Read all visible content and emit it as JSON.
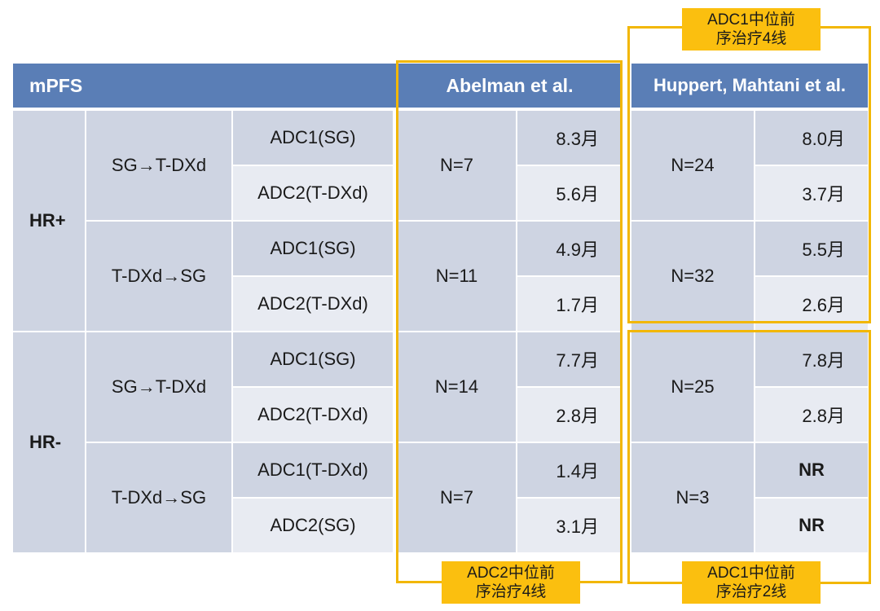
{
  "table": {
    "header": {
      "metric": "mPFS",
      "study1": "Abelman et al.",
      "study2": "Huppert, Mahtani et al."
    },
    "groups": [
      {
        "label": "HR+",
        "sequences": [
          {
            "label": "SG→T-DXd",
            "study1_n": "N=7",
            "study2_n": "N=24",
            "rows": [
              {
                "adc": "ADC1(SG)",
                "study1_value": "8.3月",
                "study2_value": "8.0月"
              },
              {
                "adc": "ADC2(T-DXd)",
                "study1_value": "5.6月",
                "study2_value": "3.7月"
              }
            ]
          },
          {
            "label": "T-DXd→SG",
            "study1_n": "N=11",
            "study2_n": "N=32",
            "rows": [
              {
                "adc": "ADC1(SG)",
                "study1_value": "4.9月",
                "study2_value": "5.5月"
              },
              {
                "adc": "ADC2(T-DXd)",
                "study1_value": "1.7月",
                "study2_value": "2.6月"
              }
            ]
          }
        ]
      },
      {
        "label": "HR-",
        "sequences": [
          {
            "label": "SG→T-DXd",
            "study1_n": "N=14",
            "study2_n": "N=25",
            "rows": [
              {
                "adc": "ADC1(SG)",
                "study1_value": "7.7月",
                "study2_value": "7.8月"
              },
              {
                "adc": "ADC2(T-DXd)",
                "study1_value": "2.8月",
                "study2_value": "2.8月"
              }
            ]
          },
          {
            "label": "T-DXd→SG",
            "study1_n": "N=7",
            "study2_n": "N=3",
            "rows": [
              {
                "adc": "ADC1(T-DXd)",
                "study1_value": "1.4月",
                "study2_value": "NR"
              },
              {
                "adc": "ADC2(SG)",
                "study1_value": "3.1月",
                "study2_value": "NR"
              }
            ]
          }
        ]
      }
    ]
  },
  "annotations": {
    "top_right": "ADC1中位前\n序治疗4线",
    "bottom_middle": "ADC2中位前\n序治疗4线",
    "bottom_right": "ADC1中位前\n序治疗2线"
  },
  "colors": {
    "header": "#5a7eb6",
    "cell_dark": "#ced4e2",
    "cell_light": "#e8ebf2",
    "highlight": "#f2b705"
  },
  "chart_data": {
    "type": "table",
    "columns": [
      "mPFS",
      "Abelman et al.",
      "Huppert, Mahtani et al."
    ],
    "rows": [
      [
        "HR+",
        "SG→T-DXd",
        "ADC1(SG)",
        "N=7",
        "8.3月",
        "N=24",
        "8.0月"
      ],
      [
        "HR+",
        "SG→T-DXd",
        "ADC2(T-DXd)",
        "N=7",
        "5.6月",
        "N=24",
        "3.7月"
      ],
      [
        "HR+",
        "T-DXd→SG",
        "ADC1(SG)",
        "N=11",
        "4.9月",
        "N=32",
        "5.5月"
      ],
      [
        "HR+",
        "T-DXd→SG",
        "ADC2(T-DXd)",
        "N=11",
        "1.7月",
        "N=32",
        "2.6月"
      ],
      [
        "HR-",
        "SG→T-DXd",
        "ADC1(SG)",
        "N=14",
        "7.7月",
        "N=25",
        "7.8月"
      ],
      [
        "HR-",
        "SG→T-DXd",
        "ADC2(T-DXd)",
        "N=14",
        "2.8月",
        "N=25",
        "2.8月"
      ],
      [
        "HR-",
        "T-DXd→SG",
        "ADC1(T-DXd)",
        "N=7",
        "1.4月",
        "N=3",
        "NR"
      ],
      [
        "HR-",
        "T-DXd→SG",
        "ADC2(SG)",
        "N=7",
        "3.1月",
        "N=3",
        "NR"
      ]
    ]
  }
}
